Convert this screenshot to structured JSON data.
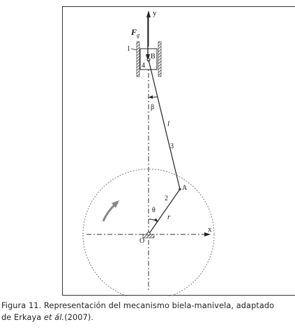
{
  "diagram": {
    "labels": {
      "force": "F",
      "force_subscript": "g",
      "point_b": "B",
      "point_a": "A",
      "origin": "O",
      "axis_x": "x",
      "axis_y": "y",
      "part_1": "1",
      "part_2": "2",
      "part_3": "3",
      "part_4": "4",
      "length_l": "l",
      "radius_r": "r",
      "angle_theta": "θ",
      "angle_beta": "β"
    }
  },
  "caption": {
    "line1": "Figura 11. Representación del mecanismo biela-manivela, adaptado",
    "line2_prefix": "de Erkaya ",
    "line2_italic": "et ál.",
    "line2_suffix": "(2007)."
  }
}
